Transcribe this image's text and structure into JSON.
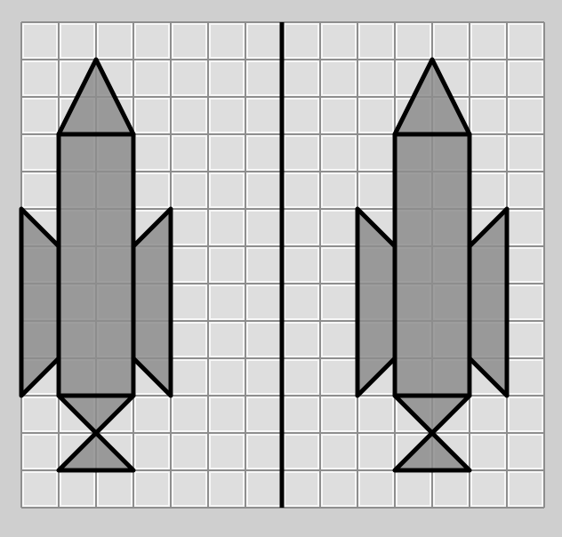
{
  "figure": {
    "grid": {
      "columns": 14,
      "rows": 13,
      "cell_units": 1
    },
    "colors": {
      "page_background": "#cfcfcf",
      "grid_background": "#f7f7f7",
      "cell_fill": "#dedede",
      "grid_lines": "#8e8e8e",
      "shape_fill": "#8d8d8d",
      "outline": "#000000"
    },
    "mirror_line": {
      "column": 7
    },
    "shapes": [
      {
        "name": "rocket-left",
        "parts": {
          "nose": [
            [
              2,
              1
            ],
            [
              3,
              3
            ],
            [
              1,
              3
            ]
          ],
          "body": [
            [
              1,
              3
            ],
            [
              3,
              3
            ],
            [
              3,
              10
            ],
            [
              1,
              10
            ]
          ],
          "left-fin": [
            [
              0,
              5
            ],
            [
              1,
              6
            ],
            [
              1,
              9
            ],
            [
              0,
              10
            ]
          ],
          "right-fin": [
            [
              4,
              5
            ],
            [
              3,
              6
            ],
            [
              3,
              9
            ],
            [
              4,
              10
            ]
          ],
          "tail-upper": [
            [
              1,
              10
            ],
            [
              3,
              10
            ],
            [
              2,
              11
            ]
          ],
          "tail-lower": [
            [
              2,
              11
            ],
            [
              3,
              12
            ],
            [
              1,
              12
            ]
          ]
        }
      },
      {
        "name": "rocket-right",
        "parts": {
          "nose": [
            [
              11,
              1
            ],
            [
              12,
              3
            ],
            [
              10,
              3
            ]
          ],
          "body": [
            [
              10,
              3
            ],
            [
              12,
              3
            ],
            [
              12,
              10
            ],
            [
              10,
              10
            ]
          ],
          "left-fin": [
            [
              9,
              5
            ],
            [
              10,
              6
            ],
            [
              10,
              9
            ],
            [
              9,
              10
            ]
          ],
          "right-fin": [
            [
              13,
              5
            ],
            [
              12,
              6
            ],
            [
              12,
              9
            ],
            [
              13,
              10
            ]
          ],
          "tail-upper": [
            [
              10,
              10
            ],
            [
              12,
              10
            ],
            [
              11,
              11
            ]
          ],
          "tail-lower": [
            [
              11,
              11
            ],
            [
              12,
              12
            ],
            [
              10,
              12
            ]
          ]
        }
      }
    ]
  }
}
